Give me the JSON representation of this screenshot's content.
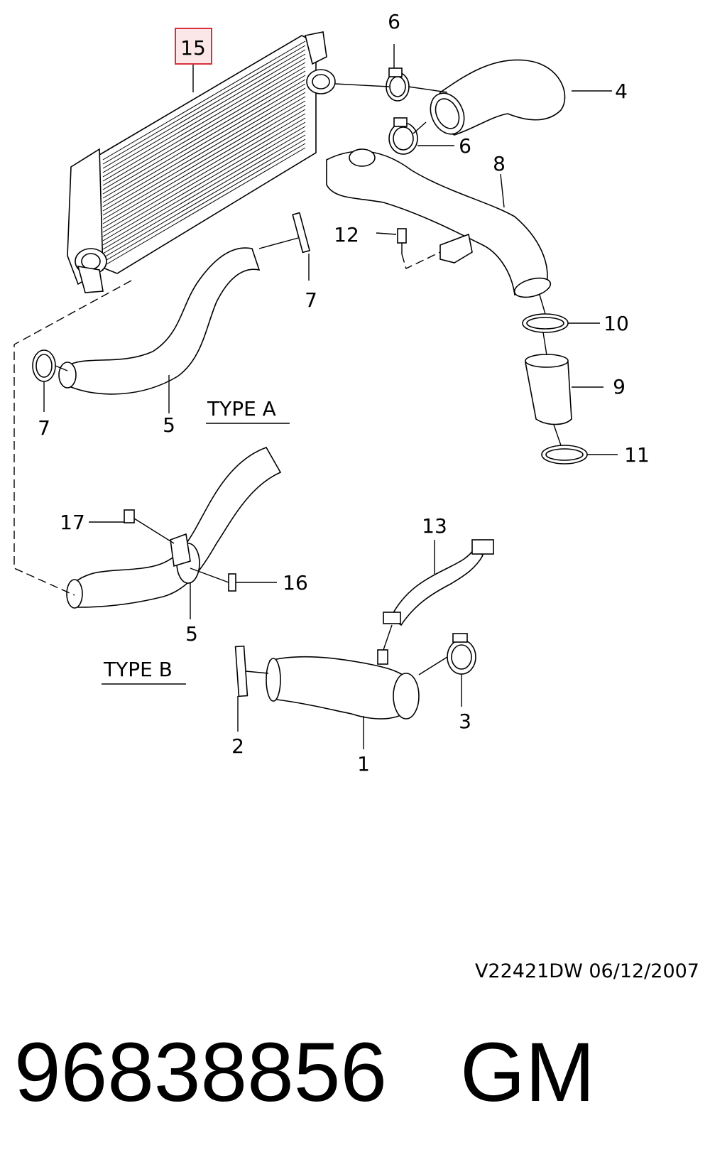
{
  "diagram": {
    "callouts": {
      "c15": "15",
      "c6a": "6",
      "c4": "4",
      "c6b": "6",
      "c8": "8",
      "c12": "12",
      "c7a": "7",
      "c10": "10",
      "c9": "9",
      "c11": "11",
      "c7b": "7",
      "c5a": "5",
      "c17": "17",
      "c13": "13",
      "c16": "16",
      "c5b": "5",
      "c3": "3",
      "c2": "2",
      "c1": "1"
    },
    "type_a": "TYPE A",
    "type_b": "TYPE B",
    "highlight_color": "#d9303a",
    "reference": "V22421DW  06/12/2007"
  },
  "footer": {
    "part_number": "96838856",
    "brand": "GM"
  }
}
